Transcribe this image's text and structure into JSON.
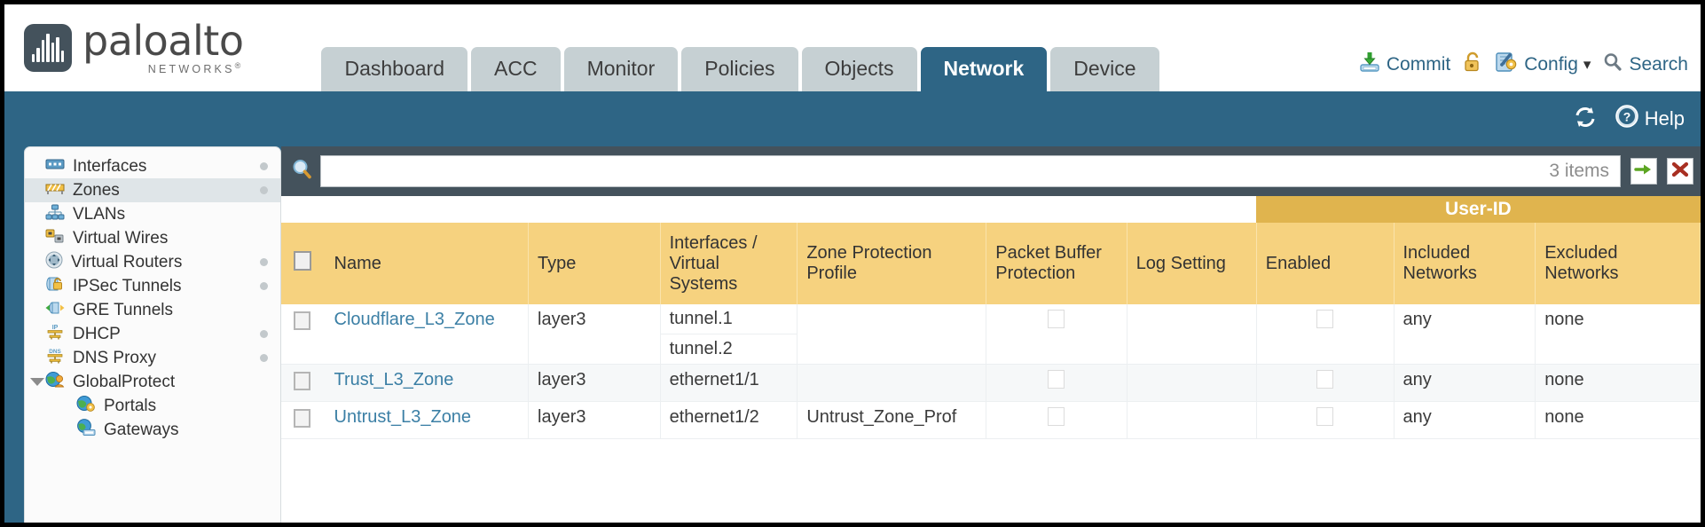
{
  "brand": {
    "name": "paloalto",
    "tagline": "NETWORKS",
    "registered": "®",
    "logo_icon": "bars-logo-icon"
  },
  "header": {
    "tabs": [
      {
        "label": "Dashboard",
        "active": false
      },
      {
        "label": "ACC",
        "active": false
      },
      {
        "label": "Monitor",
        "active": false
      },
      {
        "label": "Policies",
        "active": false
      },
      {
        "label": "Objects",
        "active": false
      },
      {
        "label": "Network",
        "active": true
      },
      {
        "label": "Device",
        "active": false
      }
    ],
    "actions": {
      "commit": "Commit",
      "commit_icon": "commit-download-icon",
      "lock_icon": "padlock-icon",
      "config": "Config",
      "config_icon": "config-wrench-icon",
      "config_caret": "▾",
      "search": "Search",
      "search_icon": "magnifier-icon"
    }
  },
  "subbar": {
    "refresh_icon": "refresh-icon",
    "help": "Help",
    "help_icon": "help-question-icon"
  },
  "sidebar": {
    "items": [
      {
        "label": "Interfaces",
        "icon": "interfaces-icon",
        "selected": false,
        "dot": true,
        "child": false,
        "twisty": false
      },
      {
        "label": "Zones",
        "icon": "zones-icon",
        "selected": true,
        "dot": true,
        "child": false,
        "twisty": false
      },
      {
        "label": "VLANs",
        "icon": "vlans-icon",
        "selected": false,
        "dot": false,
        "child": false,
        "twisty": false
      },
      {
        "label": "Virtual Wires",
        "icon": "virtual-wires-icon",
        "selected": false,
        "dot": false,
        "child": false,
        "twisty": false
      },
      {
        "label": "Virtual Routers",
        "icon": "virtual-routers-icon",
        "selected": false,
        "dot": true,
        "child": false,
        "twisty": false
      },
      {
        "label": "IPSec Tunnels",
        "icon": "ipsec-tunnels-icon",
        "selected": false,
        "dot": true,
        "child": false,
        "twisty": false
      },
      {
        "label": "GRE Tunnels",
        "icon": "gre-tunnels-icon",
        "selected": false,
        "dot": false,
        "child": false,
        "twisty": false
      },
      {
        "label": "DHCP",
        "icon": "dhcp-icon",
        "selected": false,
        "dot": true,
        "child": false,
        "twisty": false
      },
      {
        "label": "DNS Proxy",
        "icon": "dns-proxy-icon",
        "selected": false,
        "dot": true,
        "child": false,
        "twisty": false
      },
      {
        "label": "GlobalProtect",
        "icon": "globalprotect-icon",
        "selected": false,
        "dot": false,
        "child": false,
        "twisty": true
      },
      {
        "label": "Portals",
        "icon": "portals-icon",
        "selected": false,
        "dot": false,
        "child": true,
        "twisty": false
      },
      {
        "label": "Gateways",
        "icon": "gateways-icon",
        "selected": false,
        "dot": false,
        "child": true,
        "twisty": false
      }
    ]
  },
  "toolbar": {
    "search_icon": "magnifier-icon",
    "search_value": "",
    "search_placeholder": "",
    "items_count": "3 items",
    "apply_filter_icon": "green-arrow-right-icon",
    "clear_filter_icon": "red-x-icon"
  },
  "table": {
    "group_header": {
      "user_id": "User-ID"
    },
    "columns": [
      {
        "key": "checkbox",
        "label": ""
      },
      {
        "key": "name",
        "label": "Name"
      },
      {
        "key": "type",
        "label": "Type"
      },
      {
        "key": "interfaces",
        "label": "Interfaces / Virtual Systems"
      },
      {
        "key": "zone_protection",
        "label": "Zone Protection Profile"
      },
      {
        "key": "packet_buffer",
        "label": "Packet Buffer Protection"
      },
      {
        "key": "log_setting",
        "label": "Log Setting"
      },
      {
        "key": "enabled",
        "label": "Enabled"
      },
      {
        "key": "included_networks",
        "label": "Included Networks"
      },
      {
        "key": "excluded_networks",
        "label": "Excluded Networks"
      }
    ],
    "rows": [
      {
        "selected": false,
        "name": "Cloudflare_L3_Zone",
        "type": "layer3",
        "interfaces": [
          "tunnel.1",
          "tunnel.2"
        ],
        "zone_protection": "",
        "packet_buffer_checked": false,
        "log_setting": "",
        "enabled_checked": false,
        "included_networks": "any",
        "excluded_networks": "none"
      },
      {
        "selected": false,
        "name": "Trust_L3_Zone",
        "type": "layer3",
        "interfaces": [
          "ethernet1/1"
        ],
        "zone_protection": "",
        "packet_buffer_checked": false,
        "log_setting": "",
        "enabled_checked": false,
        "included_networks": "any",
        "excluded_networks": "none"
      },
      {
        "selected": false,
        "name": "Untrust_L3_Zone",
        "type": "layer3",
        "interfaces": [
          "ethernet1/2"
        ],
        "zone_protection": "Untrust_Zone_Prof",
        "packet_buffer_checked": false,
        "log_setting": "",
        "enabled_checked": false,
        "included_networks": "any",
        "excluded_networks": "none"
      }
    ]
  },
  "colors": {
    "brand_blue": "#2e6585",
    "tab_inactive": "#c6d0d3",
    "table_header": "#f6d27f",
    "group_header": "#e0b44e",
    "link": "#3b7fa5",
    "panel_dark": "#44525c"
  }
}
